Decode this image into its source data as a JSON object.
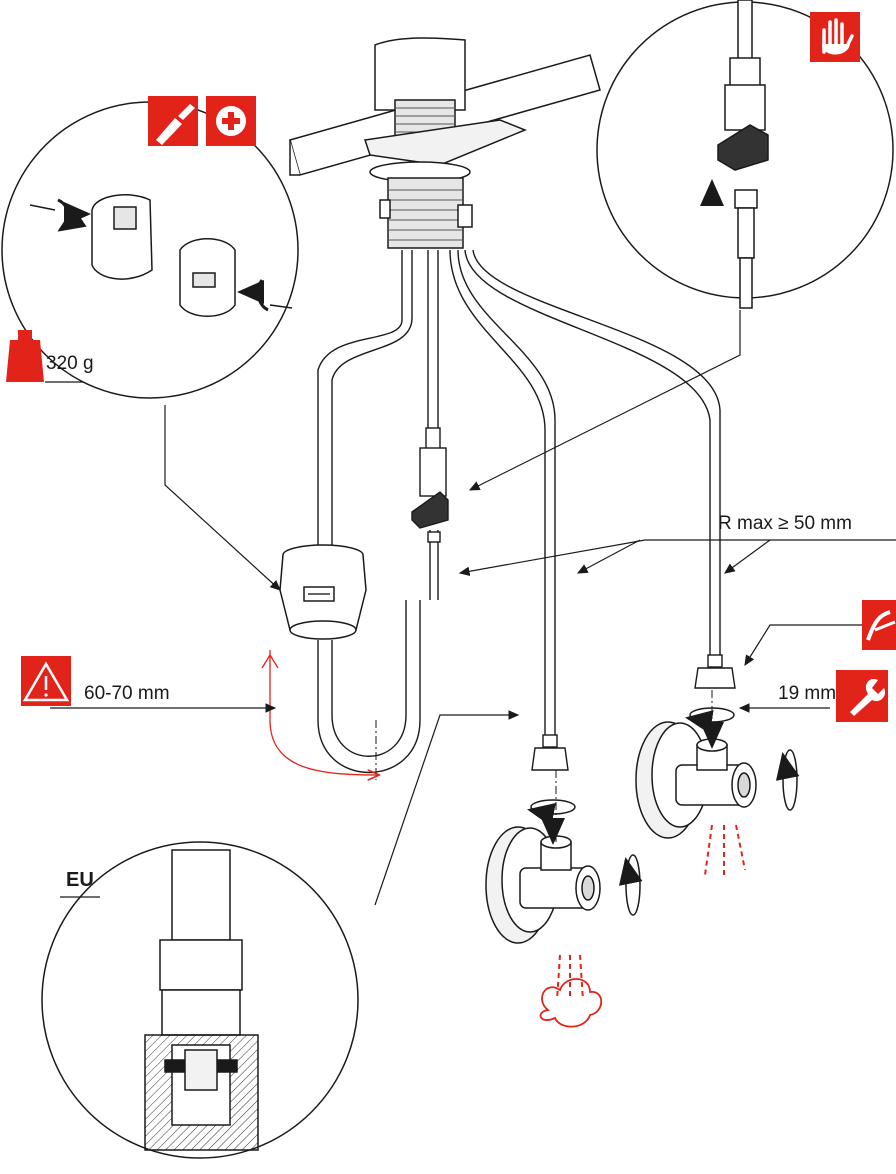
{
  "labels": {
    "weight": "320 g",
    "depth_range": "60-70 mm",
    "bend_radius": "R max ≥ 50 mm",
    "wrench_size": "19 mm",
    "region": "EU"
  },
  "icons": {
    "screwdriver": "screwdriver-icon",
    "phillips": "phillips-plus-icon",
    "weight": "weight-icon",
    "warning": "warning-triangle-icon",
    "hand": "hand-stop-icon",
    "seal_tape": "seal-tape-icon",
    "wrench": "wrench-icon"
  },
  "colors": {
    "accent_red": "#e2231a",
    "line": "#1a1a1a",
    "fill_light": "#f2f2f2",
    "fill_mid": "#d9d9d9"
  }
}
